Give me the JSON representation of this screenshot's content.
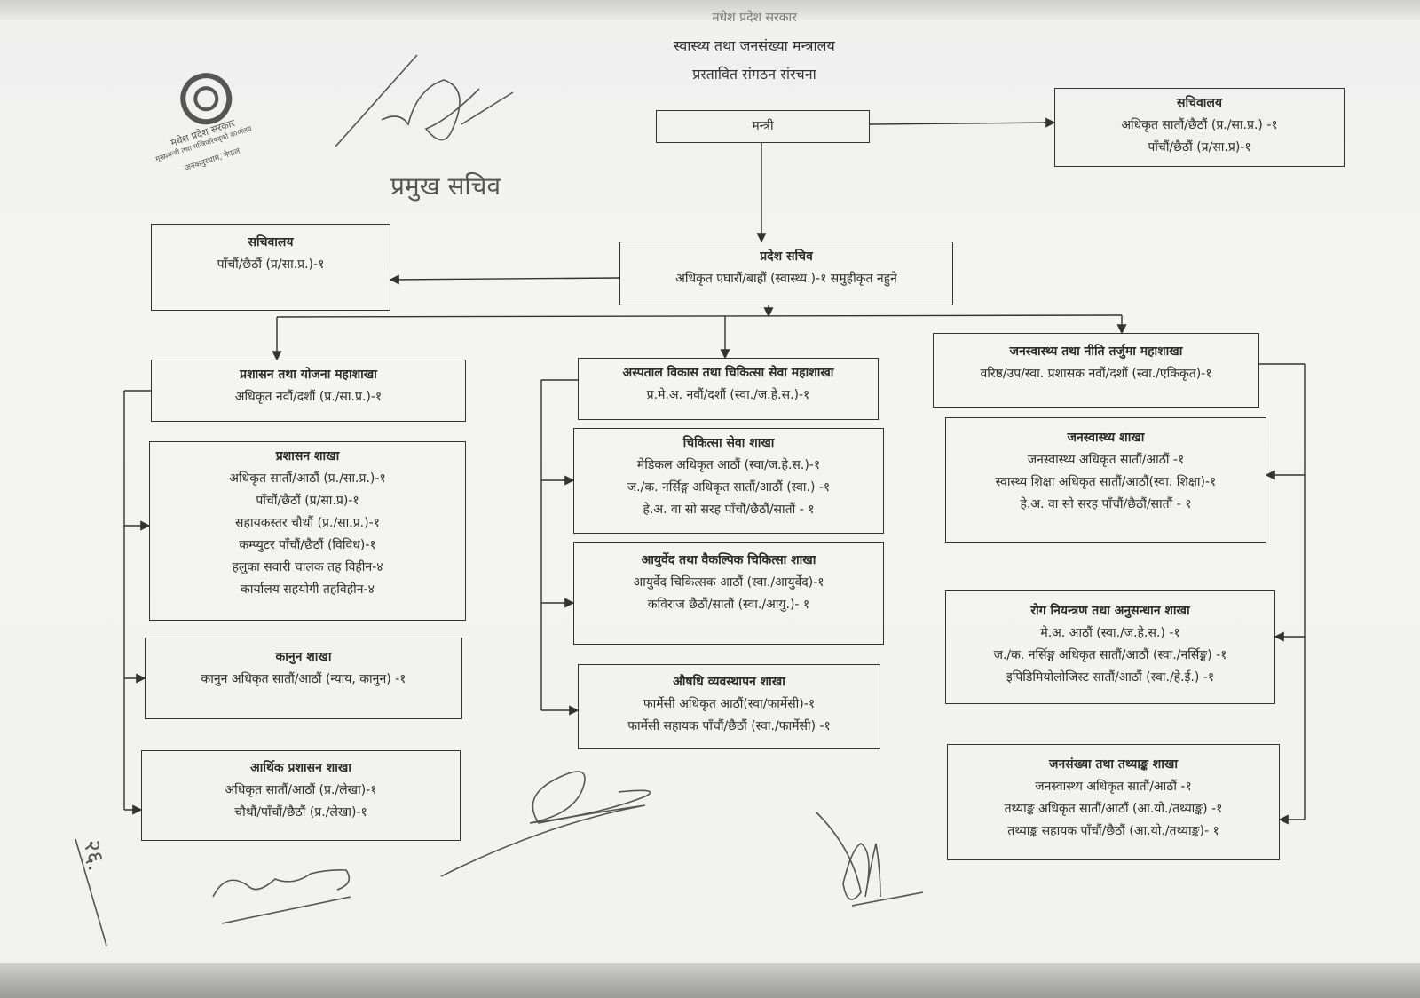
{
  "header": {
    "line1": "मधेश प्रदेश सरकार",
    "line2": "स्वास्थ्य तथा जनसंख्या मन्त्रालय",
    "line3": "प्रस्तावित संगठन संरचना"
  },
  "stamp": {
    "text_top": "मधेश प्रदेश सरकार",
    "text_mid": "मुख्यमन्त्री तथा मन्त्रिपरिषद्को कार्यालय",
    "text_bottom": "जनकपुरधाम, नेपाल"
  },
  "signature_label": "प्रमुख सचिव",
  "page_number": "२६.",
  "nodes": {
    "minister": {
      "title": "मन्त्री"
    },
    "minister_secretariat": {
      "title": "सचिवालय",
      "lines": [
        "अधिकृत सातौं/छैठौं (प्र./सा.प्र.) -१",
        "पाँचौं/छैठौं (प्र/सा.प्र)-१"
      ]
    },
    "secretary": {
      "title": "प्रदेश सचिव",
      "lines": [
        "अधिकृत एघारौं/बाह्रौं (स्वास्थ्य.)-१ समुहीकृत नहुने"
      ]
    },
    "secretary_secretariat": {
      "title": "सचिवालय",
      "lines": [
        "पाँचौं/छैठौं (प्र/सा.प्र.)-१"
      ]
    },
    "admin_planning_division": {
      "title": "प्रशासन तथा योजना महाशाखा",
      "lines": [
        "अधिकृत नवौं/दशौं (प्र./सा.प्र.)-१"
      ]
    },
    "hospital_division": {
      "title": "अस्पताल विकास तथा चिकित्सा सेवा महाशाखा",
      "lines": [
        "प्र.मे.अ. नवौं/दशौं (स्वा./ज.हे.स.)-१"
      ]
    },
    "public_health_division": {
      "title": "जनस्वास्थ्य तथा नीति तर्जुमा महाशाखा",
      "lines": [
        "वरिष्ठ/उप/स्वा. प्रशासक नवौं/दशौं (स्वा./एकिकृत)-१"
      ]
    },
    "admin_section": {
      "title": "प्रशासन शाखा",
      "lines": [
        "अधिकृत सातौं/आठौं (प्र./सा.प्र.)-१",
        "पाँचौं/छैठौं (प्र/सा.प्र)-१",
        "सहायकस्तर चौथौं (प्र./सा.प्र.)-१",
        "कम्प्युटर पाँचौं/छैठौं (विविध)-१",
        "हलुका सवारी चालक तह विहीन-४",
        "कार्यालय सहयोगी तहविहीन-४"
      ]
    },
    "law_section": {
      "title": "कानुन शाखा",
      "lines": [
        "कानुन अधिकृत सातौं/आठौं (न्याय, कानुन) -१"
      ]
    },
    "finance_section": {
      "title": "आर्थिक प्रशासन शाखा",
      "lines": [
        "अधिकृत सातौं/आठौं (प्र./लेखा)-१",
        "चौथौं/पाँचौं/छैठौं (प्र./लेखा)-१"
      ]
    },
    "medical_service_section": {
      "title": "चिकित्सा सेवा शाखा",
      "lines": [
        "मेडिकल अधिकृत आठौं (स्वा/ज.हे.स.)-१",
        "ज./क. नर्सिङ्ग अधिकृत सातौं/आठौं (स्वा.) -१",
        "हे.अ. वा सो सरह पाँचौं/छैठौं/सातौं - १"
      ]
    },
    "ayurveda_section": {
      "title": "आयुर्वेद तथा वैकल्पिक चिकित्सा शाखा",
      "lines": [
        "आयुर्वेद चिकित्सक आठौं (स्वा./आयुर्वेद)-१",
        "कविराज छैठौं/सातौं (स्वा./आयु.)- १"
      ]
    },
    "pharmacy_section": {
      "title": "औषधि व्यवस्थापन शाखा",
      "lines": [
        "फार्मेसी अधिकृत आठौं(स्वा/फार्मेसी)-१",
        "फार्मेसी सहायक पाँचौं/छैठौं (स्वा./फार्मेसी) -१"
      ]
    },
    "public_health_section": {
      "title": "जनस्वास्थ्य शाखा",
      "lines": [
        "जनस्वास्थ्य अधिकृत सातौं/आठौं -१",
        "स्वास्थ्य शिक्षा अधिकृत सातौं/आठौं(स्वा. शिक्षा)-१",
        "हे.अ. वा सो सरह पाँचौं/छैठौं/सातौं - १"
      ]
    },
    "disease_control_section": {
      "title": "रोग नियन्त्रण तथा अनुसन्धान शाखा",
      "lines": [
        "मे.अ. आठौं (स्वा./ज.हे.स.) -१",
        "ज./क. नर्सिङ्ग अधिकृत सातौं/आठौं (स्वा./नर्सिङ्ग) -१",
        "इपिडिमियोलोजिस्ट सातौं/आठौं (स्वा./हे.ई.) -१"
      ]
    },
    "population_stats_section": {
      "title": "जनसंख्या तथा तथ्याङ्क शाखा",
      "lines": [
        "जनस्वास्थ्य अधिकृत सातौं/आठौं -१",
        "तथ्याङ्क अधिकृत सातौं/आठौं (आ.यो./तथ्याङ्क) -१",
        "तथ्याङ्क सहायक पाँचौं/छैठौं (आ.यो./तथ्याङ्क)- १"
      ]
    }
  }
}
